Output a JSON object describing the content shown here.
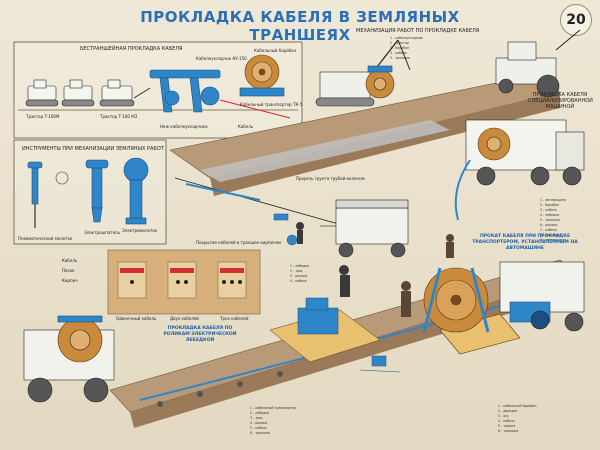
{
  "poster": {
    "title": "ПРОКЛАДКА КАБЕЛЯ В ЗЕМЛЯНЫХ ТРАНШЕЯХ",
    "sheet_number": "20"
  },
  "panels": {
    "ploughing": {
      "title": "БЕСТРАНШЕЙНАЯ ПРОКЛАДКА КАБЕЛЯ",
      "labels": [
        "Трактор Т-100М",
        "Трактор Т-100 МЗ",
        "Кабелеукладчик КУ-150",
        "Кабельный барабан",
        "Кабельный транспортер ТК-5",
        "Нож кабелеукладчика",
        "Кабель"
      ]
    },
    "tools": {
      "title": "ИНСТРУМЕНТЫ ПРИ МЕХАНИЗАЦИИ ЗЕМЛЯНЫХ РАБОТ",
      "labels": [
        "Пневматический молоток",
        "Электрошпатель",
        "Электромолоток"
      ]
    },
    "mechanized": {
      "title": "МЕХАНИЗАЦИЯ РАБОТ ПО ПРОКЛАДКЕ КАБЕЛЯ",
      "legend": [
        "1 - кабелеукладчик",
        "2 - трактор",
        "3 - барабан",
        "4 - кабель",
        "5 - траншея"
      ]
    },
    "special_vehicle": {
      "title": "ПРОКЛАДКА КАБЕЛЯ СПЕЦИАЛИЗИРОВАННОЙ МАШИНОЙ"
    },
    "vehicle_legend": [
      "1 - автомашина",
      "2 - барабан",
      "3 - кабель",
      "4 - лебедка",
      "5 - траншея",
      "6 - ролики",
      "7 - кабель",
      "8 - траншея",
      "9 - автомашина"
    ],
    "trench_top": {
      "label": "Прорезь грунта трубой-коленом"
    },
    "covering": {
      "label": "Покрытие кабелей в траншее кирпичом",
      "sublabels": [
        "Кабель",
        "Песок",
        "Кирпич"
      ]
    },
    "cross_sections": {
      "labels": [
        "Одиночный кабель",
        "Двух кабелей",
        "Трех кабелей"
      ]
    },
    "rollers": {
      "title": "ПРОКЛАДКА КАБЕЛЯ ПО РОЛИКАМ ЭЛЕКТРИЧЕСКОЙ ЛЕБЕДКОЙ"
    },
    "winch_legend": [
      "1 - лебедка",
      "2 - трос",
      "3 - ролики",
      "4 - кабель"
    ],
    "transporter": {
      "title": "ПРОКАТ КАБЕЛЯ ПРИ ПРОКЛАДКЕ ТРАНСПОРТЕРОМ, УСТАНОВЛЕННЫМ НА АВТОМАШИНЕ"
    },
    "bottom_legend": [
      "1 - кабельный транспортер",
      "2 - лебедка",
      "3 - трос",
      "4 - ролики",
      "5 - кабель",
      "6 - траншея"
    ],
    "bottom_right_legend": [
      "1 - кабельный барабан",
      "2 - домкрат",
      "3 - ось",
      "4 - кабель",
      "5 - тормоз",
      "6 - траншея"
    ]
  }
}
